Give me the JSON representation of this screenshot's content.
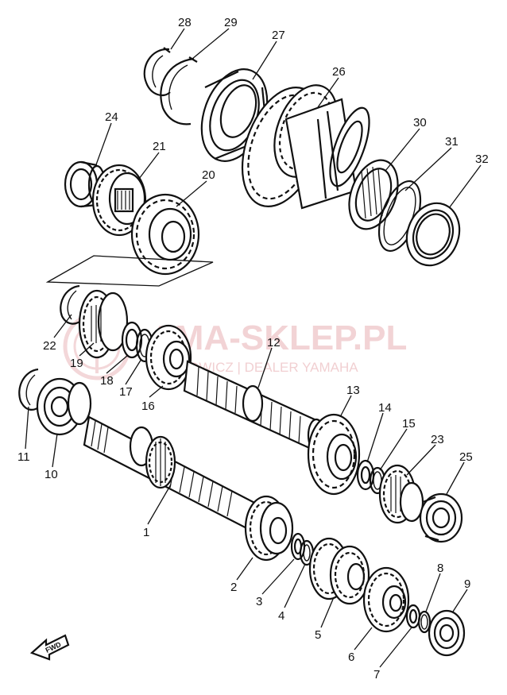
{
  "watermark": {
    "title": "AMA-SKLEP.PL",
    "subtitle": "OECHOWICZ | DEALER YAMAHA",
    "color": "#e8b0b4"
  },
  "direction_marker": {
    "label": "FWD",
    "icon": "arrow-icon"
  },
  "callouts": [
    {
      "id": "1",
      "label": "1"
    },
    {
      "id": "2",
      "label": "2"
    },
    {
      "id": "3",
      "label": "3"
    },
    {
      "id": "4",
      "label": "4"
    },
    {
      "id": "5",
      "label": "5"
    },
    {
      "id": "6",
      "label": "6"
    },
    {
      "id": "7",
      "label": "7"
    },
    {
      "id": "8",
      "label": "8"
    },
    {
      "id": "9",
      "label": "9"
    },
    {
      "id": "10",
      "label": "10"
    },
    {
      "id": "11",
      "label": "11"
    },
    {
      "id": "12",
      "label": "12"
    },
    {
      "id": "13",
      "label": "13"
    },
    {
      "id": "14",
      "label": "14"
    },
    {
      "id": "15",
      "label": "15"
    },
    {
      "id": "16",
      "label": "16"
    },
    {
      "id": "17",
      "label": "17"
    },
    {
      "id": "18",
      "label": "18"
    },
    {
      "id": "19",
      "label": "19"
    },
    {
      "id": "20",
      "label": "20"
    },
    {
      "id": "21",
      "label": "21"
    },
    {
      "id": "22",
      "label": "22"
    },
    {
      "id": "23",
      "label": "23"
    },
    {
      "id": "24",
      "label": "24"
    },
    {
      "id": "25",
      "label": "25"
    },
    {
      "id": "26",
      "label": "26"
    },
    {
      "id": "27",
      "label": "27"
    },
    {
      "id": "28",
      "label": "28"
    },
    {
      "id": "29",
      "label": "29"
    },
    {
      "id": "30",
      "label": "30"
    },
    {
      "id": "31",
      "label": "31"
    },
    {
      "id": "32",
      "label": "32"
    }
  ]
}
